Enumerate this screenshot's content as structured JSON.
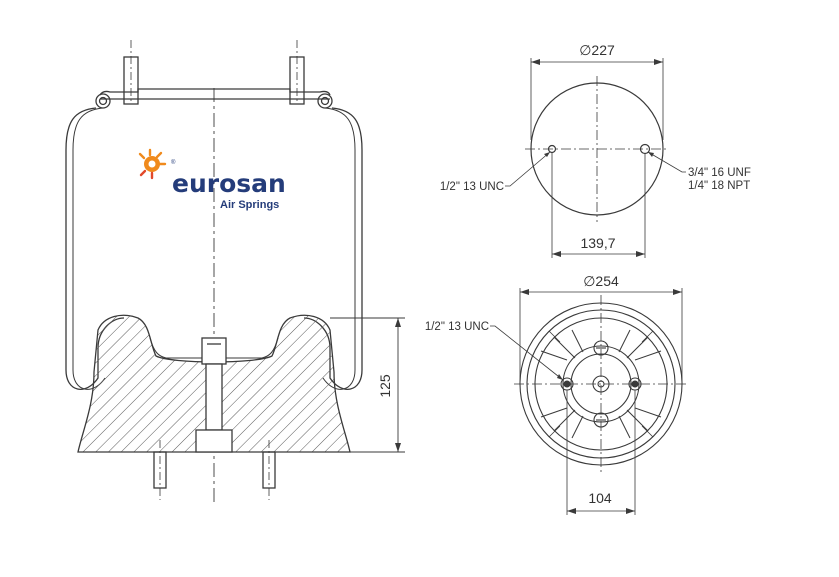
{
  "brand": {
    "name": "eurosan",
    "tagline": "Air Springs",
    "registered_mark": "®",
    "colors": {
      "text": "#243c7a",
      "logo_orange": "#f08a1c",
      "logo_red": "#e2492a"
    }
  },
  "dimensions": {
    "top_plate_diameter": "227",
    "top_stud_spacing": "139,7",
    "overall_height": "125",
    "piston_diameter": "254",
    "piston_stud_spacing": "104",
    "diameter_symbol": "∅"
  },
  "notes": {
    "top_left_thread": "1/2\" 13 UNC",
    "top_right_thread_1": "3/4\" 16 UNF",
    "top_right_thread_2": "1/4\" 18 NPT",
    "piston_thread": "1/2\" 13 UNC"
  },
  "colors": {
    "line": "#3a3a3a",
    "hatch": "#5a5a5a",
    "background": "#ffffff"
  }
}
